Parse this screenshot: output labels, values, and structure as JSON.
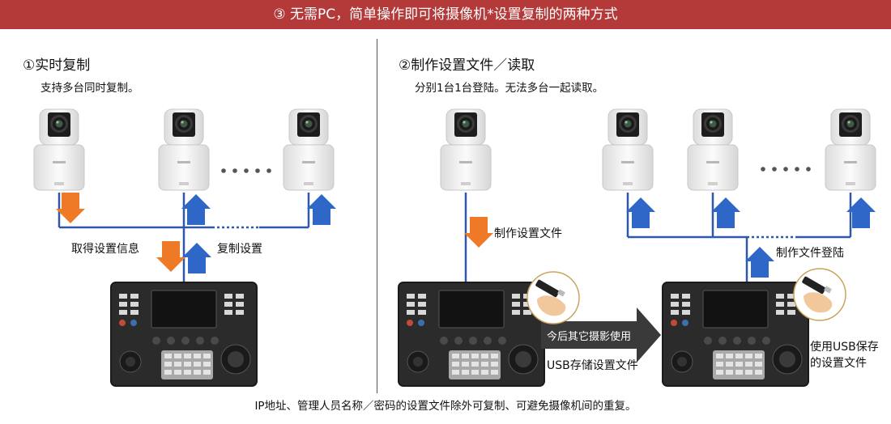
{
  "banner": {
    "title": "③ 无需PC，简单操作即可将摄像机*设置复制的两种方式"
  },
  "section1": {
    "title": "①实时复制",
    "subtitle": "支持多台同时复制。",
    "labels": {
      "acquire": "取得设置信息",
      "copy": "复制设置"
    }
  },
  "section2": {
    "title": "②制作设置文件／读取",
    "subtitle": "分别1台1台登陆。无法多台一起读取。",
    "labels": {
      "create_file": "制作设置文件",
      "transfer": "今后其它摄影使用",
      "usb_store": "USB存储设置文件",
      "create_register": "制作文件登陆",
      "usb_saved_1": "使用USB保存",
      "usb_saved_2": "的设置文件"
    }
  },
  "footer": {
    "note": "IP地址、管理人员名称／密码的设置文件除外可复制、可避免摄像机间的重复。"
  },
  "colors": {
    "banner": "#b43a3a",
    "line": "#2f58a8",
    "up_arrow": "#2e67c8",
    "down_arrow": "#ee7a28",
    "camera": "#f3f3f3",
    "controller": "#2b2b2b",
    "transfer_arrow": "#3a3a3a"
  }
}
